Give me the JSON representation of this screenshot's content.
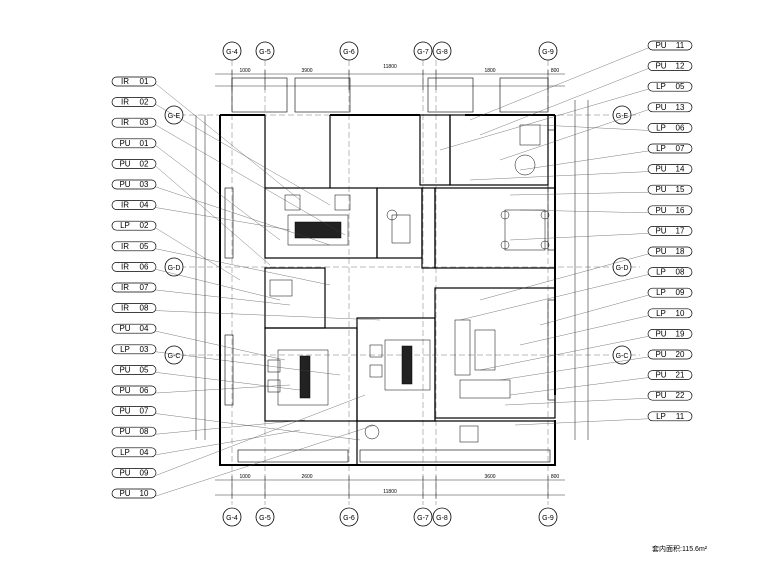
{
  "drawing": {
    "area_caption": "套内面积:115.6m²",
    "grid_axes_top": [
      "G-4",
      "G-5",
      "G-6",
      "G-7",
      "G-8",
      "G-9"
    ],
    "grid_axes_bottom": [
      "G-4",
      "G-5",
      "G-6",
      "G-7",
      "G-8",
      "G-9"
    ],
    "grid_axes_side": [
      "G-E",
      "G-D",
      "G-C"
    ],
    "dimensions_top": [
      "1000",
      "3900",
      "11800",
      "1800",
      "800"
    ],
    "dimensions_bottom": [
      "1000",
      "2600",
      "11800",
      "3600",
      "800"
    ],
    "left_tags": [
      {
        "code": "IR",
        "num": "01"
      },
      {
        "code": "IR",
        "num": "02"
      },
      {
        "code": "IR",
        "num": "03"
      },
      {
        "code": "PU",
        "num": "01"
      },
      {
        "code": "PU",
        "num": "02"
      },
      {
        "code": "PU",
        "num": "03"
      },
      {
        "code": "IR",
        "num": "04"
      },
      {
        "code": "LP",
        "num": "02"
      },
      {
        "code": "IR",
        "num": "05"
      },
      {
        "code": "IR",
        "num": "06"
      },
      {
        "code": "IR",
        "num": "07"
      },
      {
        "code": "IR",
        "num": "08"
      },
      {
        "code": "PU",
        "num": "04"
      },
      {
        "code": "LP",
        "num": "03"
      },
      {
        "code": "PU",
        "num": "05"
      },
      {
        "code": "PU",
        "num": "06"
      },
      {
        "code": "PU",
        "num": "07"
      },
      {
        "code": "PU",
        "num": "08"
      },
      {
        "code": "LP",
        "num": "04"
      },
      {
        "code": "PU",
        "num": "09"
      },
      {
        "code": "PU",
        "num": "10"
      }
    ],
    "right_tags": [
      {
        "code": "PU",
        "num": "11"
      },
      {
        "code": "PU",
        "num": "12"
      },
      {
        "code": "LP",
        "num": "05"
      },
      {
        "code": "PU",
        "num": "13"
      },
      {
        "code": "LP",
        "num": "06"
      },
      {
        "code": "LP",
        "num": "07"
      },
      {
        "code": "PU",
        "num": "14"
      },
      {
        "code": "PU",
        "num": "15"
      },
      {
        "code": "PU",
        "num": "16"
      },
      {
        "code": "PU",
        "num": "17"
      },
      {
        "code": "PU",
        "num": "18"
      },
      {
        "code": "LP",
        "num": "08"
      },
      {
        "code": "LP",
        "num": "09"
      },
      {
        "code": "LP",
        "num": "10"
      },
      {
        "code": "PU",
        "num": "19"
      },
      {
        "code": "PU",
        "num": "20"
      },
      {
        "code": "PU",
        "num": "21"
      },
      {
        "code": "PU",
        "num": "22"
      },
      {
        "code": "LP",
        "num": "11"
      }
    ]
  }
}
